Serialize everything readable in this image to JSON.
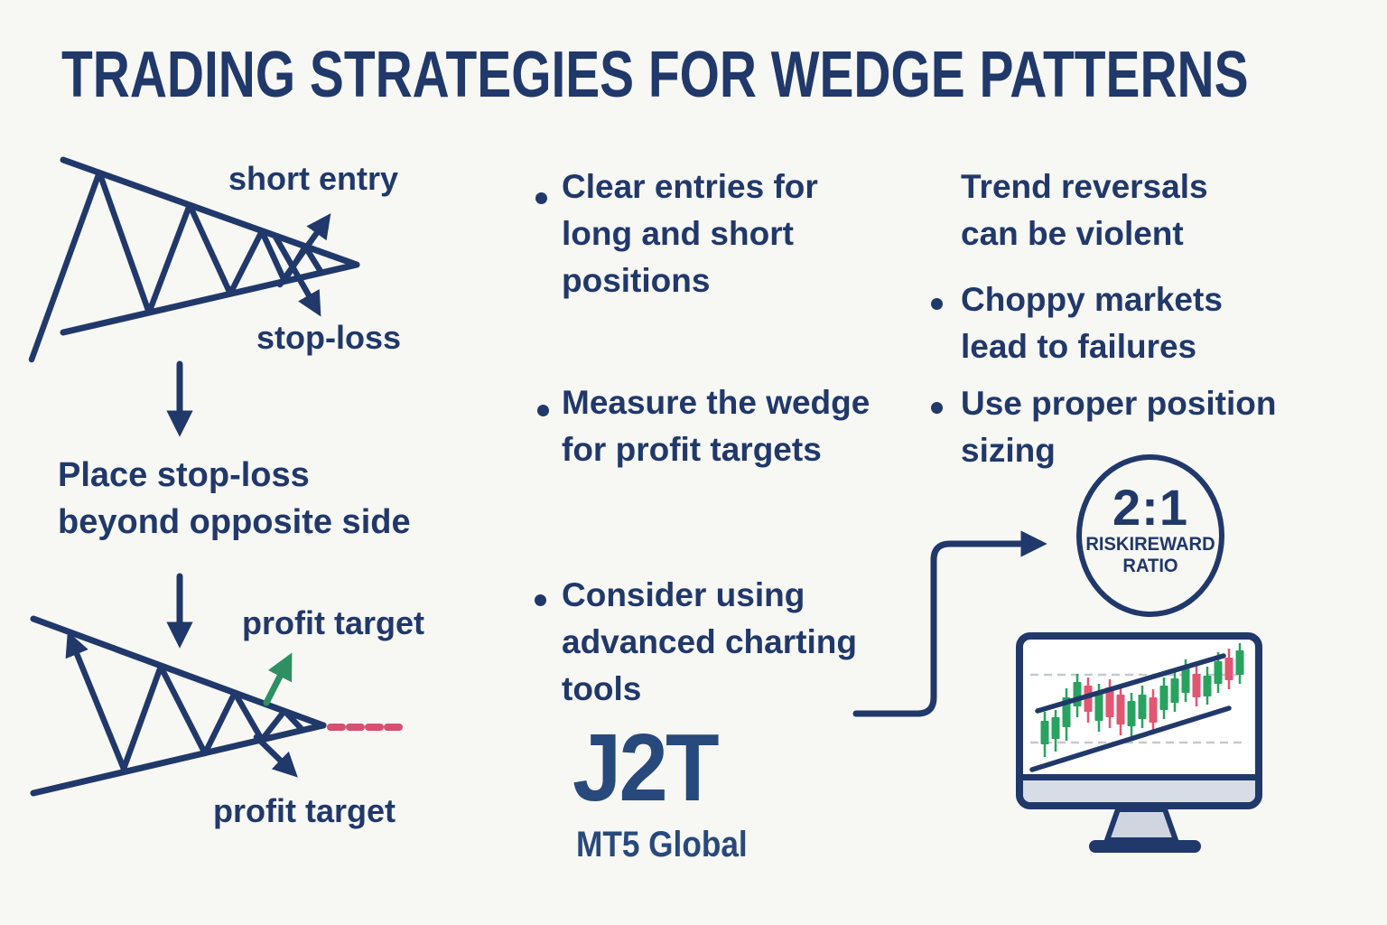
{
  "title": "TRADING STRATEGIES FOR WEDGE PATTERNS",
  "left": {
    "wedge_top": {
      "short_entry_label": "short entry",
      "stop_loss_label": "stop-loss"
    },
    "step_note": {
      "line1": "Place stop-loss",
      "line2": "beyond opposite side"
    },
    "wedge_bottom": {
      "profit_target_top_label": "profit target",
      "profit_target_bottom_label": "profit target"
    }
  },
  "middle": {
    "bullets": [
      {
        "lines": [
          "Clear entries for",
          "long and short",
          "positions"
        ]
      },
      {
        "lines": [
          "Measure the wedge",
          "for profit targets"
        ]
      },
      {
        "lines": [
          "Consider using",
          "advanced charting",
          "tools"
        ]
      }
    ],
    "logo": {
      "name": "J2T",
      "subtitle": "MT5 Global"
    }
  },
  "right": {
    "items": [
      {
        "bullet": false,
        "lines": [
          "Trend reversals",
          "can be violent"
        ]
      },
      {
        "bullet": true,
        "lines": [
          "Choppy markets",
          "lead to failures"
        ]
      },
      {
        "bullet": true,
        "lines": [
          "Use proper position",
          "sizing"
        ]
      }
    ],
    "badge": {
      "ratio": "2:1",
      "line1": "RISKIREWARD",
      "line2": "RATIO"
    }
  },
  "monitor_chart": {
    "type": "candlestick",
    "description": "rising channel with two ascending trendlines and dashed support/resistance levels",
    "candles": [
      [
        24,
        78,
        88,
        114,
        128,
        "g"
      ],
      [
        36,
        76,
        84,
        108,
        122,
        "g"
      ],
      [
        48,
        52,
        62,
        95,
        110,
        "g"
      ],
      [
        60,
        36,
        45,
        72,
        84,
        "g"
      ],
      [
        72,
        40,
        49,
        78,
        90,
        "r"
      ],
      [
        84,
        47,
        57,
        88,
        100,
        "g"
      ],
      [
        96,
        42,
        51,
        84,
        96,
        "r"
      ],
      [
        108,
        49,
        59,
        92,
        104,
        "r"
      ],
      [
        120,
        57,
        66,
        94,
        105,
        "g"
      ],
      [
        132,
        49,
        59,
        86,
        96,
        "g"
      ],
      [
        144,
        53,
        62,
        90,
        100,
        "r"
      ],
      [
        156,
        40,
        49,
        76,
        86,
        "g"
      ],
      [
        168,
        32,
        41,
        68,
        78,
        "g"
      ],
      [
        180,
        20,
        30,
        57,
        67,
        "g"
      ],
      [
        192,
        26,
        36,
        62,
        72,
        "r"
      ],
      [
        204,
        28,
        38,
        61,
        70,
        "g"
      ],
      [
        216,
        12,
        22,
        47,
        57,
        "g"
      ],
      [
        228,
        8,
        18,
        43,
        53,
        "r"
      ],
      [
        240,
        2,
        10,
        37,
        47,
        "g"
      ]
    ]
  },
  "colors": {
    "bg": "#f7f7f4",
    "navy": "#20386a",
    "logo": "#27497c",
    "green": "#2e8f63",
    "pink": "#d94f70",
    "candle_green": "#27a35f",
    "candle_red": "#e25672",
    "gray_bezel": "#d7dde7",
    "gray_stand": "#cfd6e0",
    "grid": "#c5c9cf",
    "screen": "#ffffff"
  }
}
